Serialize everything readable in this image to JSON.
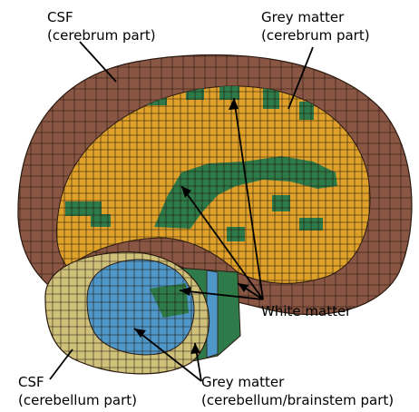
{
  "labels": {
    "csf_cerebrum_1": "CSF",
    "csf_cerebrum_2": "(cerebrum part)",
    "grey_cerebrum_1": "Grey matter",
    "grey_cerebrum_2": "(cerebrum part)",
    "white_matter": "White matter",
    "csf_cerebellum_1": "CSF",
    "csf_cerebellum_2": "(cerebellum part)",
    "grey_cerebellum_1": "Grey matter",
    "grey_cerebellum_2": "(cerebellum/brainstem part)"
  },
  "colors": {
    "csf_cerebrum": "#8a5644",
    "grey_matter_cerebrum": "#e0a12a",
    "white_matter": "#2f7a49",
    "csf_cerebellum": "#cfc07a",
    "grey_matter_cerebellum": "#4f97c8",
    "mesh_lines": "#1a1208"
  }
}
